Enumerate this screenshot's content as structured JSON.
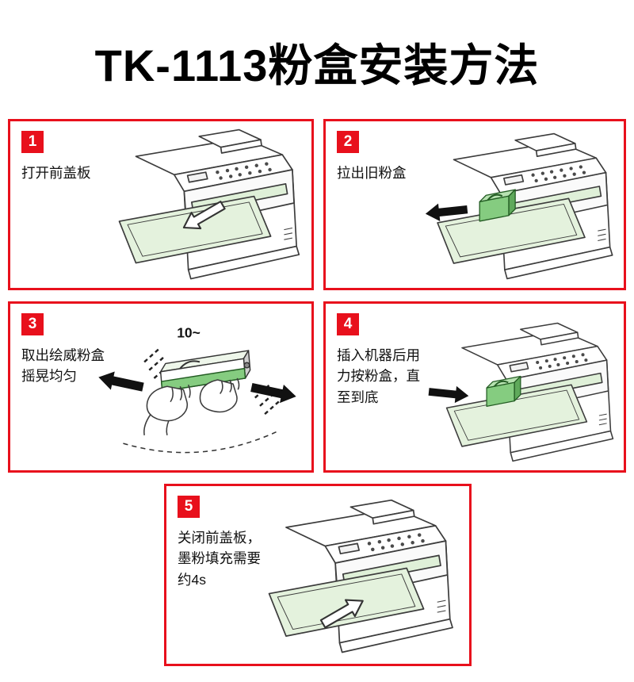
{
  "title": "TK-1113粉盒安装方法",
  "colors": {
    "accent_red": "#e8101c",
    "cover_green": "#dff0d8",
    "flap_green": "#e4f2dd",
    "cartridge_green": "#85cc80"
  },
  "steps": [
    {
      "number": "1",
      "label": "打开前盖板"
    },
    {
      "number": "2",
      "label": "拉出旧粉盒"
    },
    {
      "number": "3",
      "label": "取出绘威粉盒\n摇晃均匀",
      "annotation": "10~"
    },
    {
      "number": "4",
      "label": "插入机器后用\n力按粉盒，直\n至到底"
    },
    {
      "number": "5",
      "label": "关闭前盖板，\n墨粉填充需要\n约4s"
    }
  ]
}
